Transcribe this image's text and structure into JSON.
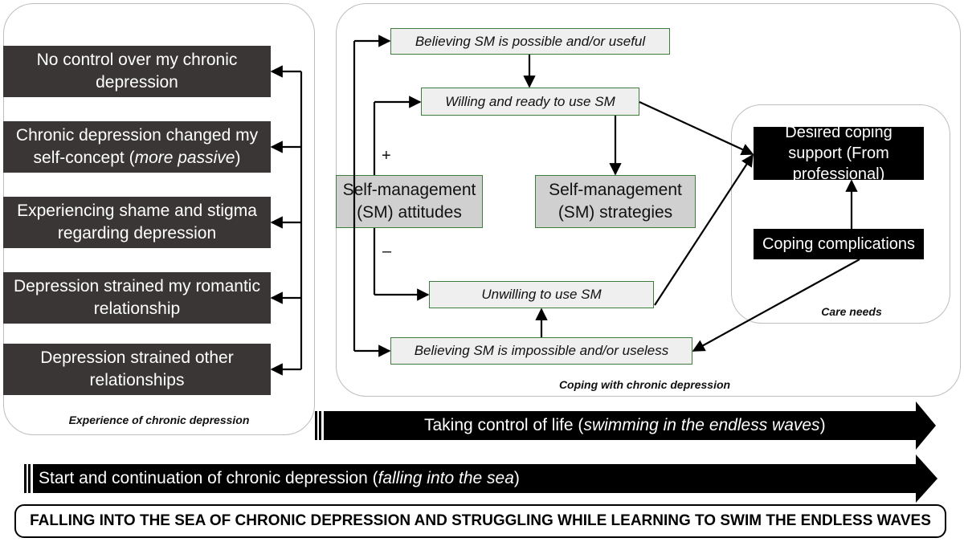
{
  "experience": {
    "caption": "Experience of chronic depression",
    "items": [
      {
        "text": "No control over my chronic depression"
      },
      {
        "text": "Chronic depression changed my self-concept (",
        "emph": "more passive",
        "tail": ")"
      },
      {
        "text": "Experiencing shame and stigma regarding depression"
      },
      {
        "text": "Depression strained my romantic relationship"
      },
      {
        "text": "Depression strained other relationships"
      }
    ]
  },
  "coping": {
    "caption": "Coping with chronic depression",
    "sm_attitudes": "Self-management (SM) attitudes",
    "sm_strategies": "Self-management (SM) strategies",
    "believing_possible": "Believing SM is possible and/or useful",
    "willing": "Willing and ready to use SM",
    "unwilling": "Unwilling to use SM",
    "believing_impossible": "Believing SM is impossible and/or useless",
    "plus": "+",
    "minus": "–"
  },
  "care": {
    "caption": "Care needs",
    "desired_support": "Desired coping support (From professional)",
    "complications": "Coping complications"
  },
  "arrows": {
    "taking_control": {
      "text": "Taking control of life (",
      "emph": "swimming in the endless waves",
      "tail": ")"
    },
    "start": {
      "text": "Start and continuation of chronic depression (",
      "emph": "falling into the sea",
      "tail": ")"
    }
  },
  "footer": "FALLING INTO THE SEA OF CHRONIC DEPRESSION AND STRUGGLING WHILE LEARNING TO SWIM THE ENDLESS WAVES"
}
